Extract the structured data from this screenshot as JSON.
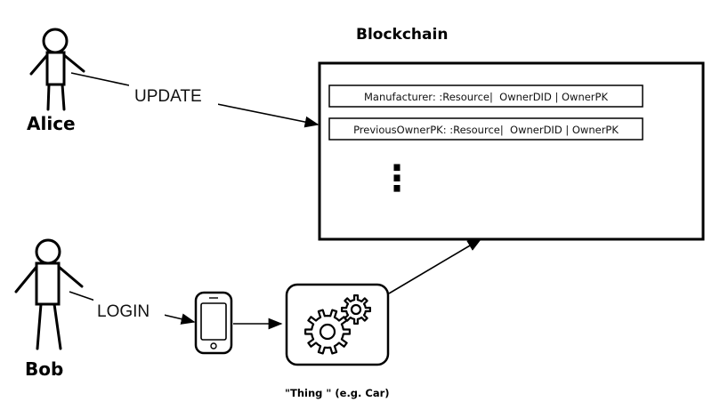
{
  "title": "Blockchain",
  "actors": {
    "alice": "Alice",
    "bob": "Bob"
  },
  "actions": {
    "update": "UPDATE",
    "login": "LOGIN"
  },
  "blockchain": {
    "records": [
      "Manufacturer: :Resource|  OwnerDID | OwnerPK",
      "PreviousOwnerPK: :Resource|  OwnerDID | OwnerPK"
    ],
    "continuation": "⋮"
  },
  "thing_caption": "\"Thing \" (e.g. Car)",
  "icons": {
    "actors": "stick-figure-icon",
    "device": "smartphone-icon",
    "thing": "gears-icon"
  }
}
